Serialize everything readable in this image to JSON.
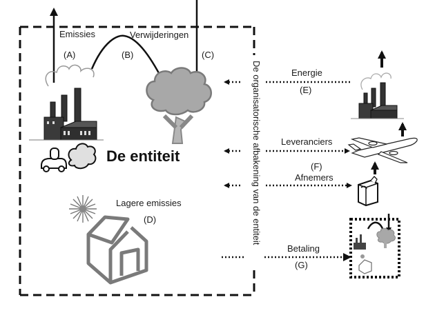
{
  "diagram": {
    "entity_title": "De entiteit",
    "boundary_label": "De organisatorische afbakening van de entiteit",
    "direct": {
      "emissions_label": "Emissies",
      "emissions_code": "(A)",
      "removals_label": "Verwijderingen",
      "transfer_code": "(B)",
      "removals_code": "(C)",
      "lower_emissions_label": "Lagere emissies",
      "lower_emissions_code": "(D)"
    },
    "external": {
      "energy_label": "Energie",
      "energy_code": "(E)",
      "suppliers_label": "Leveranciers",
      "value_chain_code": "(F)",
      "customers_label": "Afnemers",
      "payment_label": "Betaling",
      "payment_code": "(G)"
    },
    "icons": [
      "factory-icon",
      "tree-icon",
      "car-icon",
      "cloud-icon",
      "sun-icon",
      "house-icon",
      "airplane-icon",
      "washing-machine-icon",
      "offset-project-icon"
    ],
    "colors": {
      "line": "#111111",
      "gray_fill": "#a8a8a8",
      "gray_stroke": "#7a7a7a"
    }
  }
}
